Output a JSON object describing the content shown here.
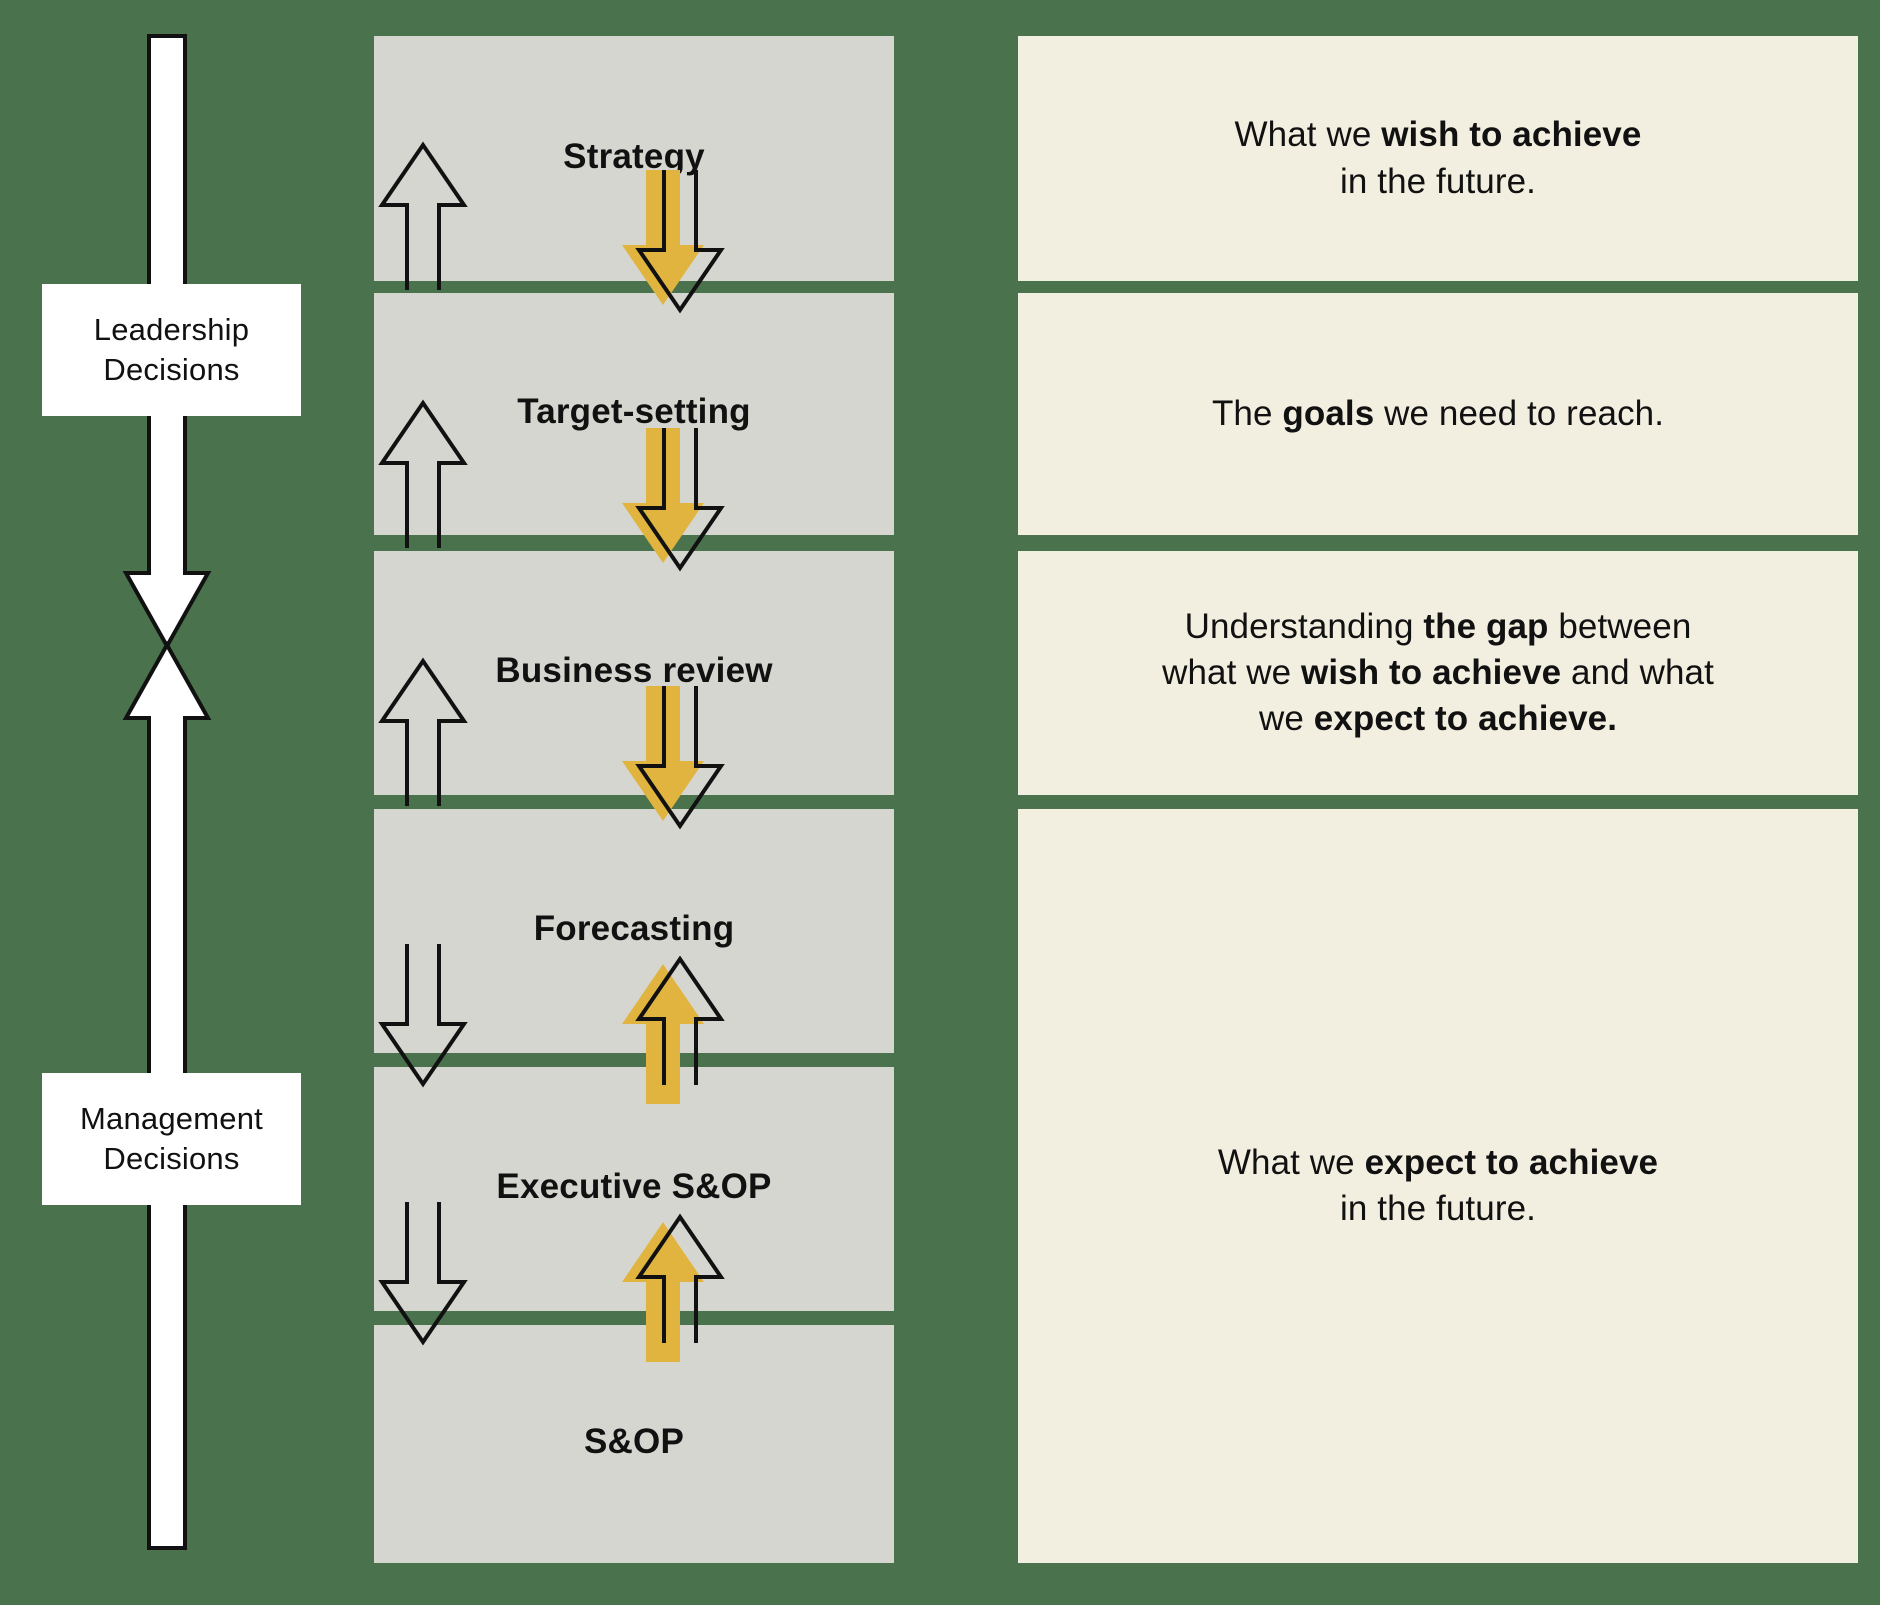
{
  "colors": {
    "background_green": "#4A724D",
    "stage_gray": "#D6D6D1",
    "description_cream": "#F2EFE0",
    "arrow_gold": "#E0B43F",
    "outline_black": "#111111",
    "label_white": "#FFFFFF"
  },
  "rail": {
    "labels": [
      {
        "id": "leadership",
        "line1": "Leadership",
        "line2": "Decisions"
      },
      {
        "id": "management",
        "line1": "Management",
        "line2": "Decisions"
      }
    ],
    "arrows": [
      {
        "id": "leadership-down-arrow",
        "direction": "down"
      },
      {
        "id": "management-up-arrow",
        "direction": "up"
      }
    ]
  },
  "stages": [
    {
      "id": "strategy",
      "label": "Strategy"
    },
    {
      "id": "target-setting",
      "label": "Target-setting"
    },
    {
      "id": "business-review",
      "label": "Business review"
    },
    {
      "id": "forecasting",
      "label": "Forecasting"
    },
    {
      "id": "executive-sop",
      "label": "Executive S&OP"
    },
    {
      "id": "sop",
      "label": "S&OP"
    }
  ],
  "connector_arrows": [
    {
      "id": "strategy-targetsetting",
      "left_outline": "up",
      "right_gold": "down"
    },
    {
      "id": "targetsetting-businessreview",
      "left_outline": "up",
      "right_gold": "down"
    },
    {
      "id": "businessreview-forecasting",
      "left_outline": "up",
      "right_gold": "down"
    },
    {
      "id": "forecasting-execsop",
      "left_outline": "down",
      "right_gold": "up"
    },
    {
      "id": "execsop-sop",
      "left_outline": "down",
      "right_gold": "up"
    }
  ],
  "descriptions": [
    {
      "id": "wish-to-achieve",
      "lines": [
        [
          {
            "t": "What we ",
            "b": false
          },
          {
            "t": "wish to achieve",
            "b": true
          }
        ],
        [
          {
            "t": "in the future.",
            "b": false
          }
        ]
      ]
    },
    {
      "id": "goals",
      "lines": [
        [
          {
            "t": "The ",
            "b": false
          },
          {
            "t": "goals",
            "b": true
          },
          {
            "t": " we need to reach.",
            "b": false
          }
        ]
      ]
    },
    {
      "id": "the-gap",
      "lines": [
        [
          {
            "t": "Understanding ",
            "b": false
          },
          {
            "t": "the gap",
            "b": true
          },
          {
            "t": " between",
            "b": false
          }
        ],
        [
          {
            "t": "what we ",
            "b": false
          },
          {
            "t": "wish to achieve",
            "b": true
          },
          {
            "t": " and what",
            "b": false
          }
        ],
        [
          {
            "t": "we ",
            "b": false
          },
          {
            "t": "expect to achieve.",
            "b": true
          }
        ]
      ]
    },
    {
      "id": "expect-to-achieve",
      "lines": [
        [
          {
            "t": "What we ",
            "b": false
          },
          {
            "t": "expect to achieve",
            "b": true
          }
        ],
        [
          {
            "t": "in the future.",
            "b": false
          }
        ]
      ]
    }
  ]
}
